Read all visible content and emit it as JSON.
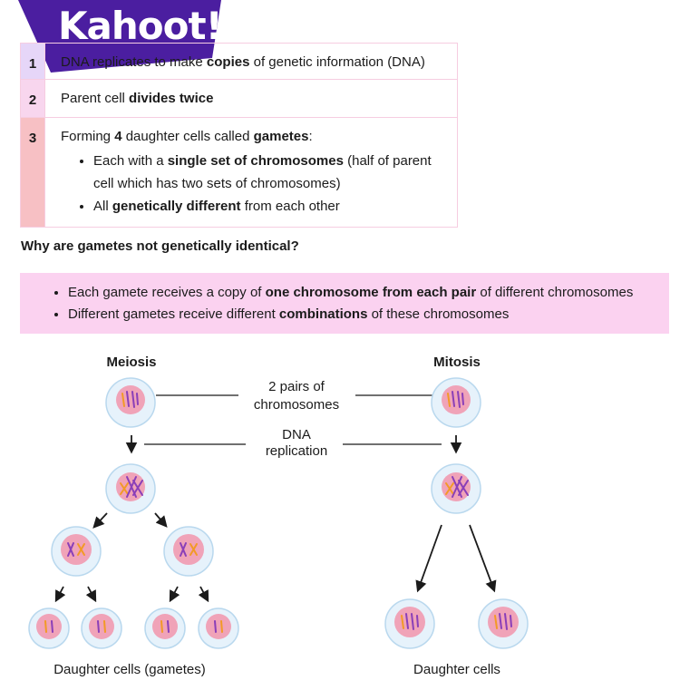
{
  "brand": {
    "logo_text": "Kahoot!"
  },
  "steps": [
    {
      "num": "1",
      "pre": "DNA replicates to make ",
      "bold": "copies",
      "post": " of genetic information (DNA)"
    },
    {
      "num": "2",
      "pre": "Parent cell ",
      "bold": "divides twice",
      "post": ""
    },
    {
      "num": "3",
      "pre": "Forming ",
      "bold1": "4",
      "mid": " daughter cells called ",
      "bold2": "gametes",
      "post": ":",
      "bullets": [
        {
          "pre": "Each with a ",
          "bold": "single set of chromosomes",
          "post": " (half of parent cell which has two sets of chromosomes)"
        },
        {
          "pre": "All ",
          "bold": "genetically different",
          "post": " from each other"
        }
      ]
    }
  ],
  "question": "Why are gametes not genetically identical?",
  "answers": [
    {
      "pre": "Each gamete receives a copy of ",
      "bold": "one chromosome from each pair",
      "post": " of different chromosomes"
    },
    {
      "pre": "Different gametes receive different ",
      "bold": "combinations",
      "post": " of these chromosomes"
    }
  ],
  "diagram": {
    "meiosis_title": "Meiosis",
    "mitosis_title": "Mitosis",
    "label_pairs_1": "2 pairs of",
    "label_pairs_2": "chromosomes",
    "label_dna_1": "DNA",
    "label_dna_2": "replication",
    "meiosis_caption": "Daughter cells (gametes)",
    "mitosis_caption": "Daughter cells"
  },
  "colors": {
    "brand_purple": "#4b1ea0",
    "step1": "#e6d6f8",
    "step2": "#f8d6ee",
    "step3": "#f7c0c4",
    "answer_box": "#fbd2f0",
    "cell_outer": "#e6f2fb",
    "cell_inner": "#f0a3b8",
    "chromosome_purple": "#8a3fb8",
    "chromosome_orange": "#f29a26"
  }
}
